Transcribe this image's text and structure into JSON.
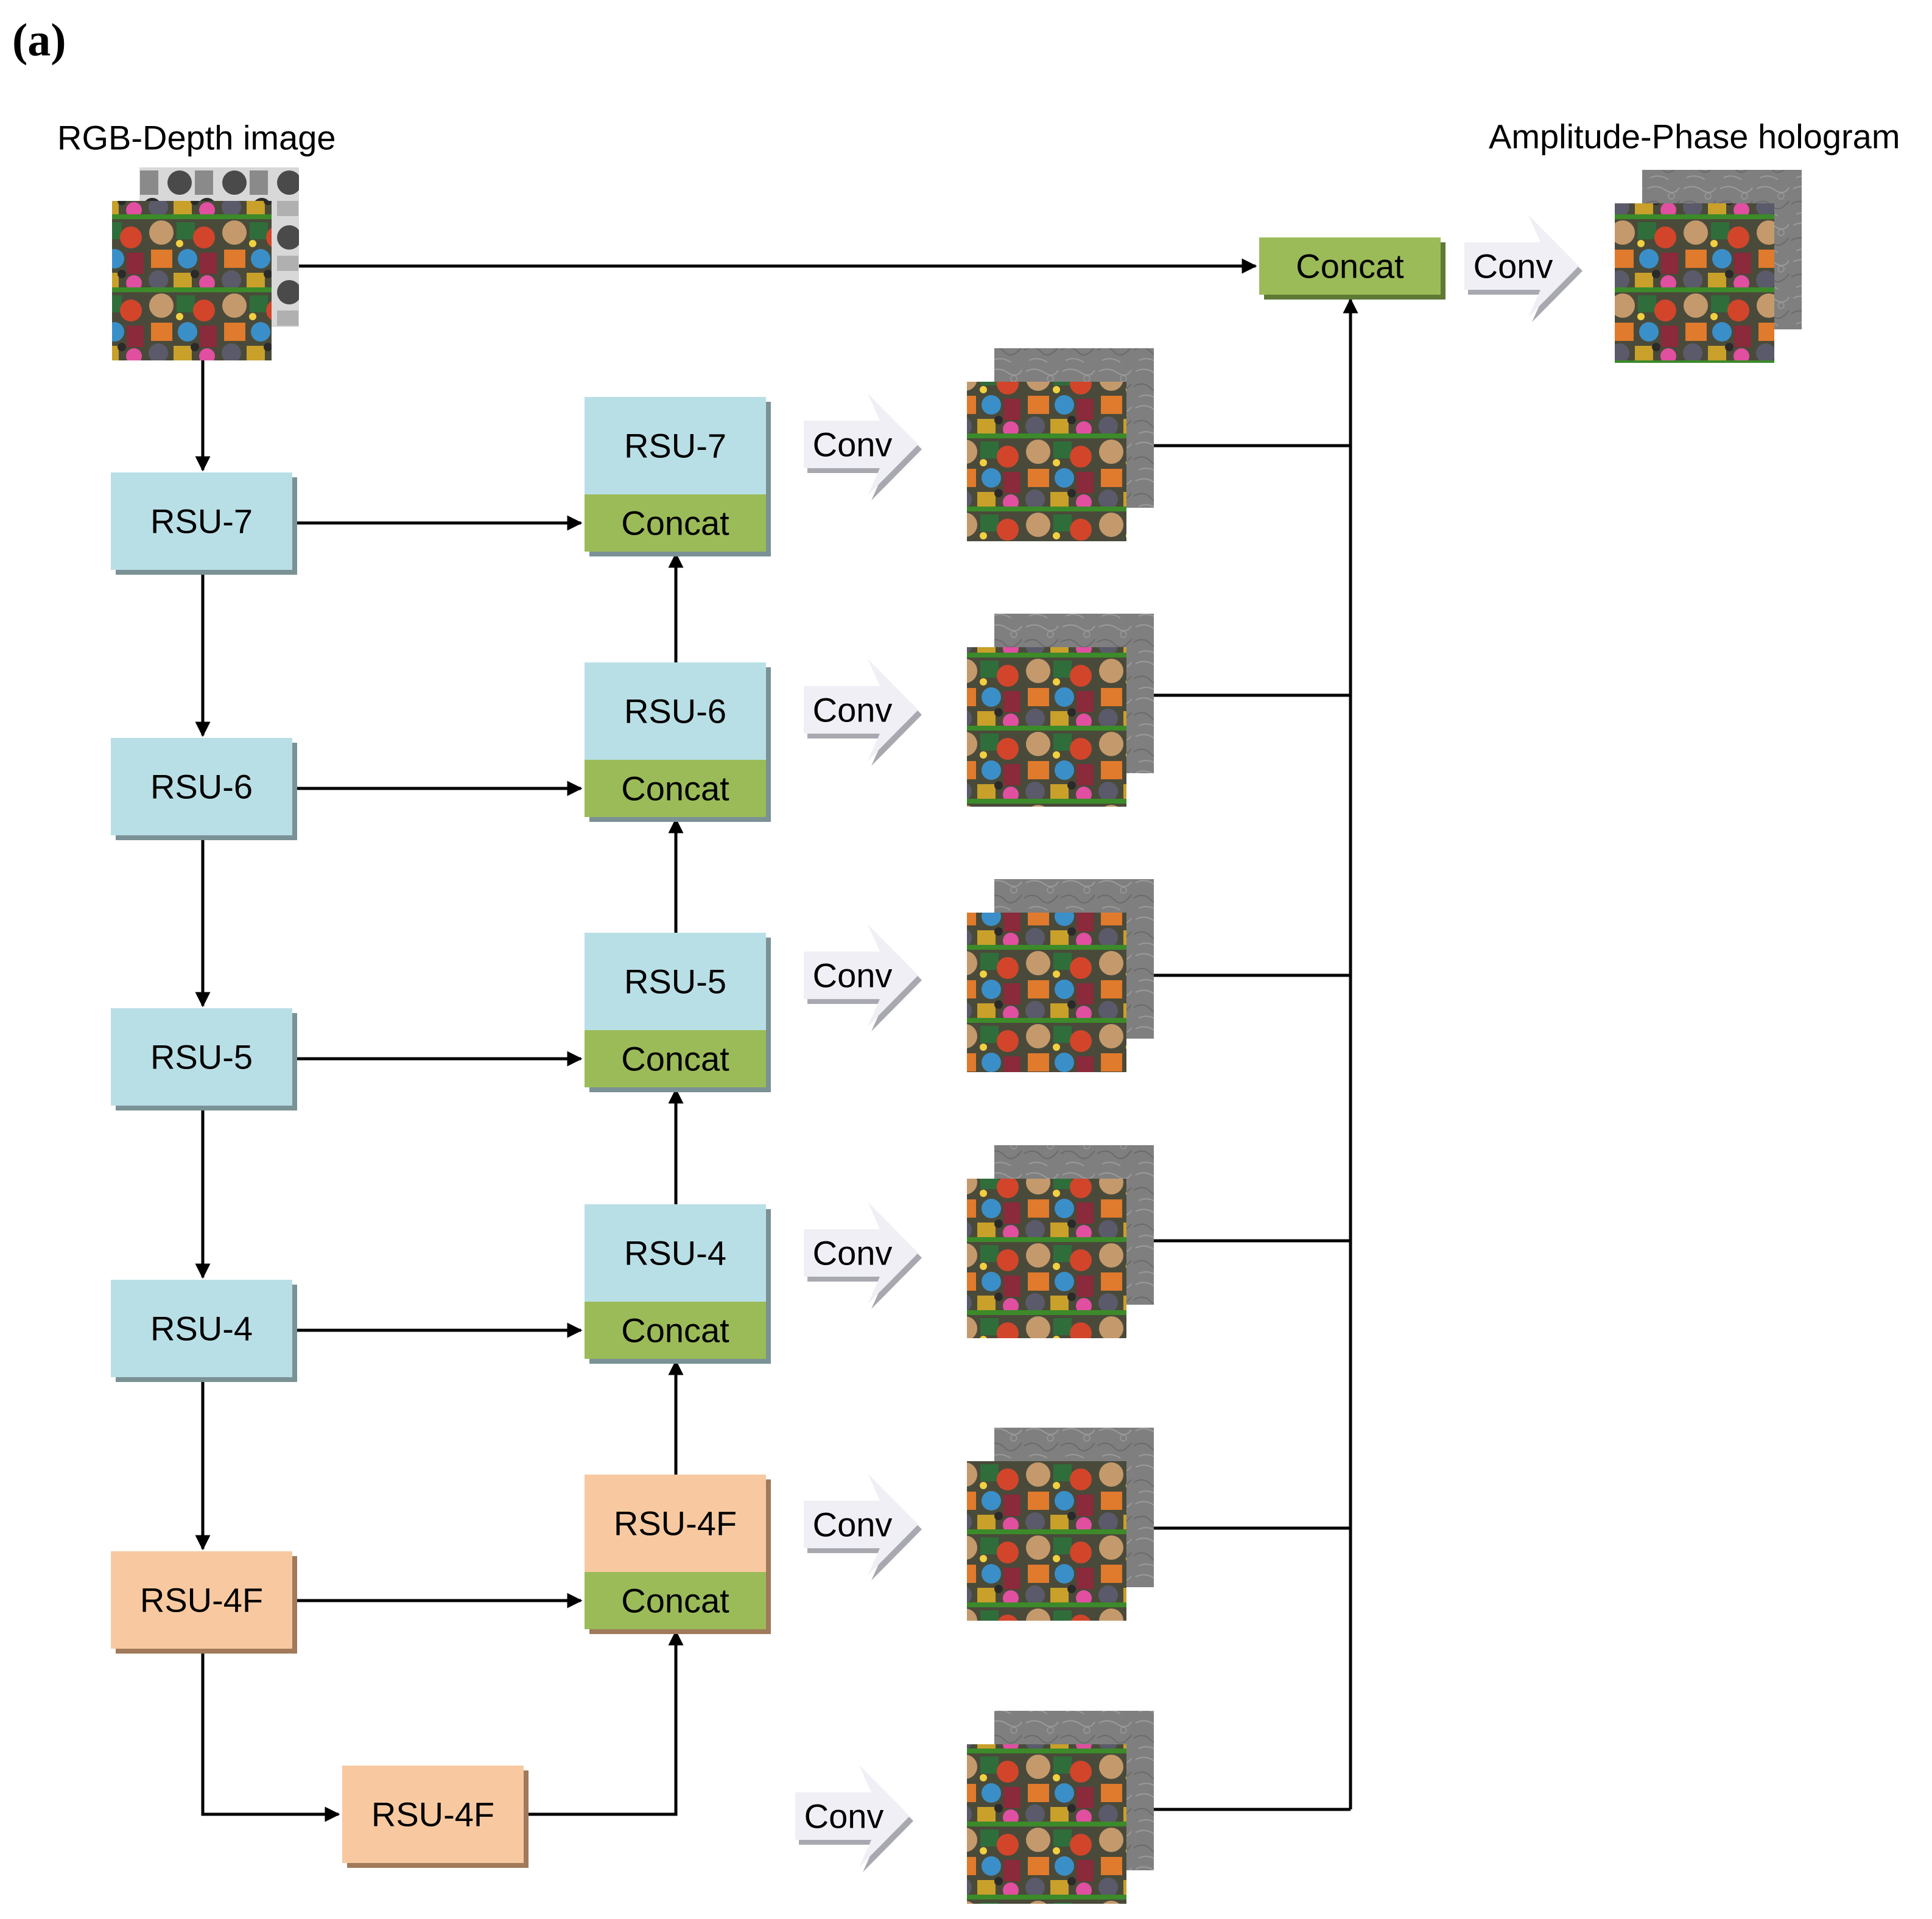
{
  "panel_label": "(a)",
  "input_label": "RGB-Depth image",
  "output_label": "Amplitude-Phase hologram",
  "labels": {
    "concat": "Concat",
    "conv": "Conv"
  },
  "encoder": [
    {
      "id": "e1",
      "label": "RSU-7",
      "kind": "rsu"
    },
    {
      "id": "e2",
      "label": "RSU-6",
      "kind": "rsu"
    },
    {
      "id": "e3",
      "label": "RSU-5",
      "kind": "rsu"
    },
    {
      "id": "e4",
      "label": "RSU-4",
      "kind": "rsu"
    },
    {
      "id": "e5",
      "label": "RSU-4F",
      "kind": "rsuf"
    }
  ],
  "bottleneck": {
    "id": "b",
    "label": "RSU-4F",
    "kind": "rsuf"
  },
  "decoder": [
    {
      "id": "d1",
      "label": "RSU-7",
      "kind": "rsu",
      "concat": "Concat"
    },
    {
      "id": "d2",
      "label": "RSU-6",
      "kind": "rsu",
      "concat": "Concat"
    },
    {
      "id": "d3",
      "label": "RSU-5",
      "kind": "rsu",
      "concat": "Concat"
    },
    {
      "id": "d4",
      "label": "RSU-4",
      "kind": "rsu",
      "concat": "Concat"
    },
    {
      "id": "d5",
      "label": "RSU-4F",
      "kind": "rsuf",
      "concat": "Concat"
    }
  ],
  "side_outputs": 6,
  "final_concat": "Concat",
  "final_conv": "Conv",
  "colors": {
    "rsu": "#b9dfe6",
    "rsu_shadow": "#7a9296",
    "rsuf": "#f8c9a0",
    "rsuf_shadow": "#a07a5a",
    "concat": "#9bbb59",
    "concat_shadow": "#5f7a35",
    "conv_fill": "#efeff5",
    "conv_shadow": "#a8a8b0",
    "line": "#000000"
  }
}
